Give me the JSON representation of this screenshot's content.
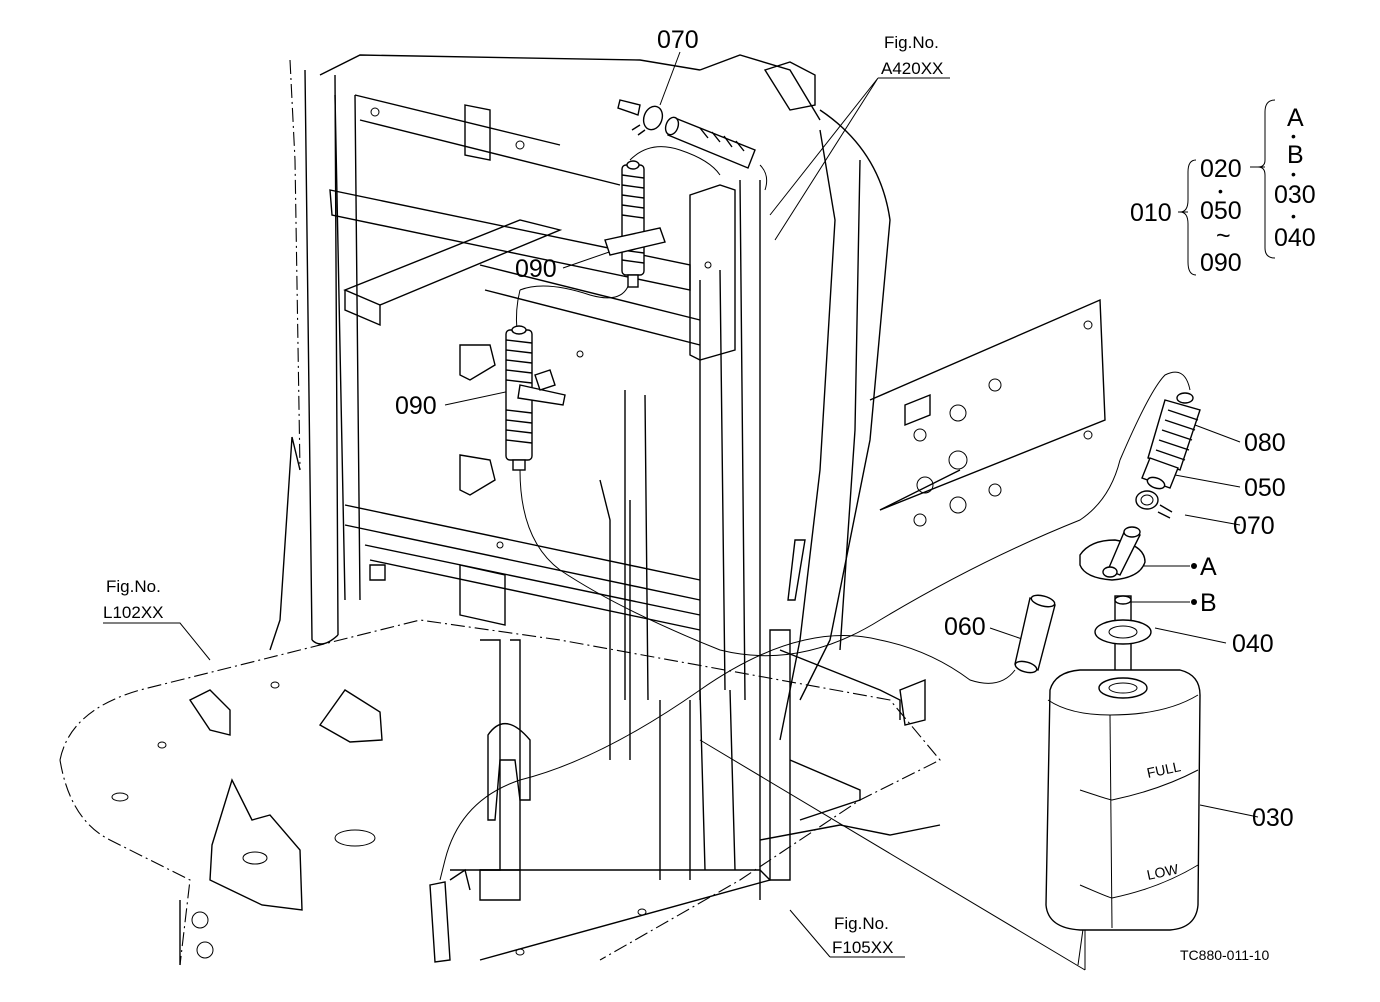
{
  "labels": {
    "p070_top": "070",
    "p090_upper": "090",
    "p090_lower": "090",
    "p080": "080",
    "p050": "050",
    "p070_right": "070",
    "ref_a": "A",
    "ref_b": "B",
    "p040": "040",
    "p060": "060",
    "p030": "030"
  },
  "figrefs": {
    "a420_title": "Fig.No.",
    "a420_code": "A420XX",
    "l102_title": "Fig.No.",
    "l102_code": "L102XX",
    "f105_title": "Fig.No.",
    "f105_code": "F105XX"
  },
  "tank_marks": {
    "full": "FULL",
    "low": "LOW"
  },
  "legend": {
    "main": "010",
    "sub1": "020",
    "sub1_dot": "•",
    "sub2": "050",
    "sub2_range": "~",
    "sub3": "090",
    "a": "A",
    "dot1": "•",
    "b": "B",
    "dot2": "•",
    "c030": "030",
    "dot3": "•",
    "c040": "040"
  },
  "drawing_code": "TC880-011-10"
}
